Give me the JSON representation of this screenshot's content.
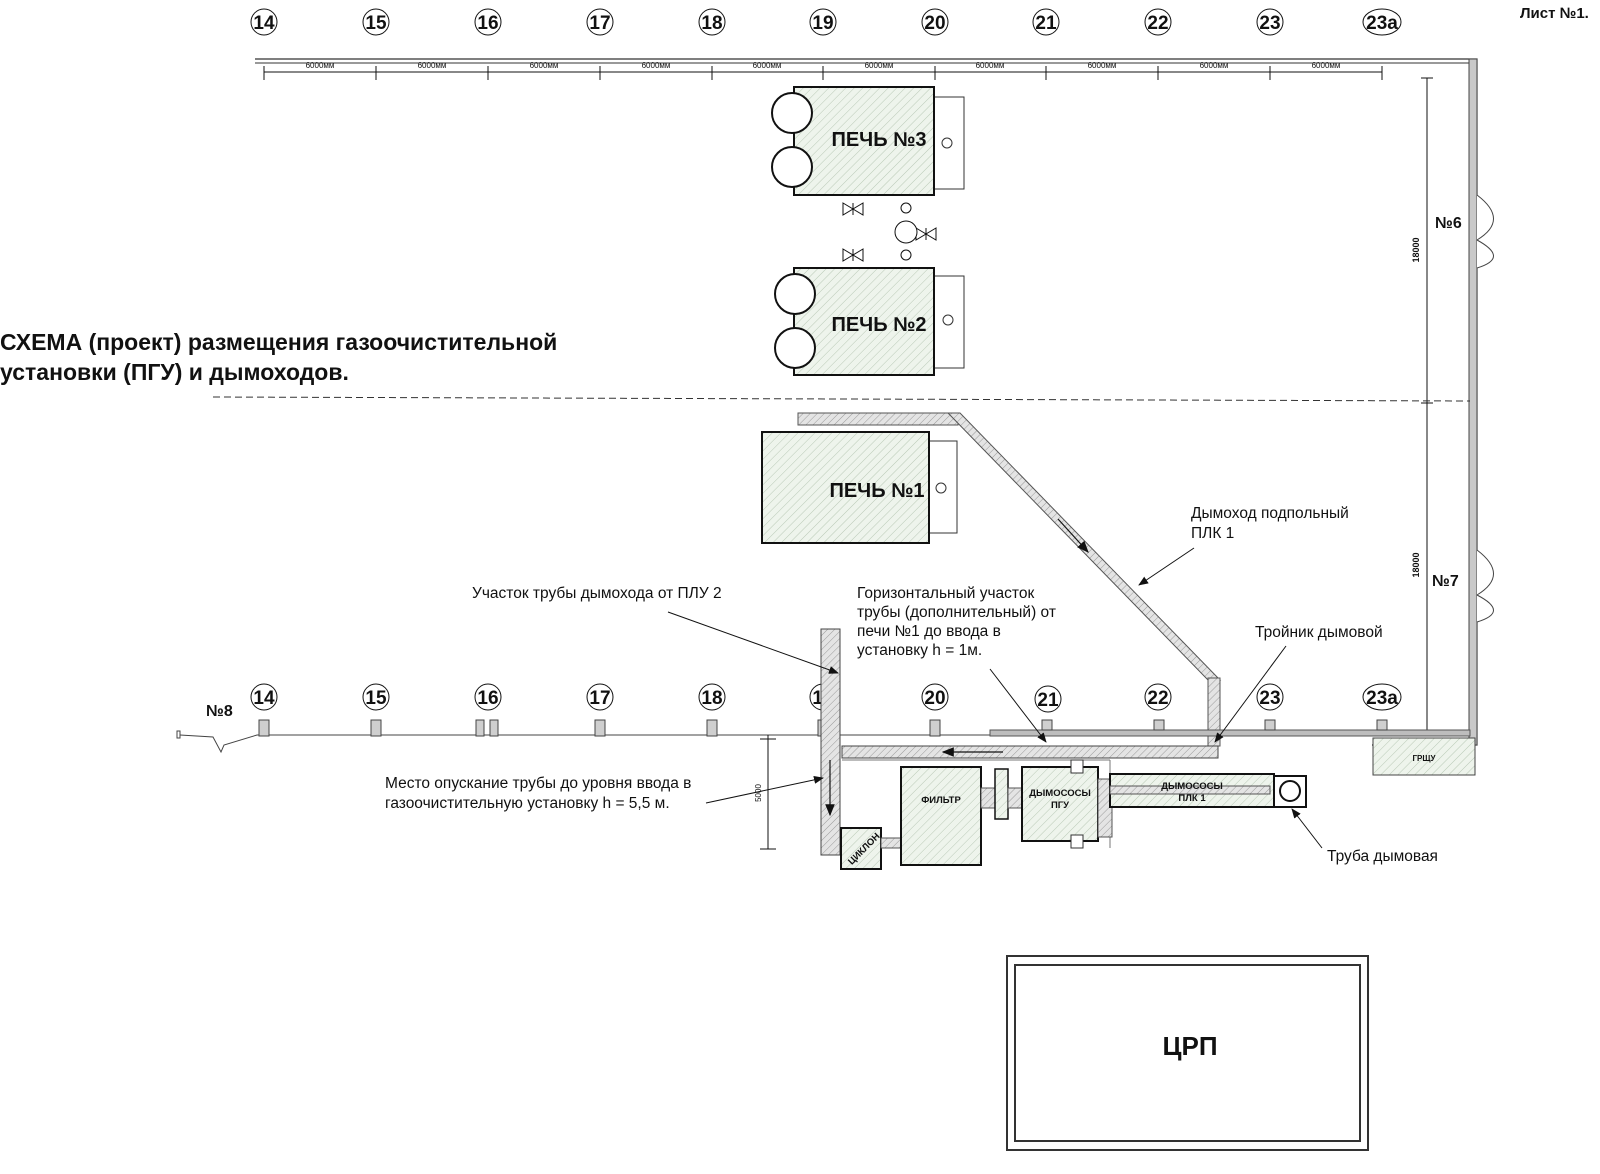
{
  "sheet_label": "Лист №1.",
  "title_lines": [
    "СХЕМА (проект) размещения газоочистительной",
    "установки (ПГУ) и дымоходов."
  ],
  "top_axes": [
    "14",
    "15",
    "16",
    "17",
    "18",
    "19",
    "20",
    "21",
    "22",
    "23",
    "23а"
  ],
  "bottom_axes": [
    "14",
    "15",
    "16",
    "17",
    "18",
    "19",
    "20",
    "21",
    "22",
    "23",
    "23а"
  ],
  "span_dims": [
    "6000мм",
    "6000мм",
    "6000мм",
    "6000мм",
    "6000мм",
    "6000мм",
    "6000мм",
    "6000мм",
    "6000мм",
    "6000мм"
  ],
  "vertical_dims": [
    "18000",
    "18000"
  ],
  "lower_dim": "5000",
  "bays": {
    "n6": "№6",
    "n7": "№7",
    "n8": "№8"
  },
  "furnaces": {
    "p3": "ПЕЧЬ №3",
    "p2": "ПЕЧЬ №2",
    "p1": "ПЕЧЬ №1"
  },
  "equipment": {
    "filter": "ФИЛЬТР",
    "cyclone": "ЦИКЛОН",
    "fans_pgu_l1": "ДЫМОСОСЫ",
    "fans_pgu_l2": "ПГУ",
    "fans_plk_l1": "ДЫМОСОСЫ",
    "fans_plk_l2": "ПЛК 1",
    "grshu": "ГРЩУ",
    "crp": "ЦРП"
  },
  "callouts": {
    "underfloor": [
      "Дымоход подпольный",
      "ПЛК 1"
    ],
    "plu2": "Участок трубы дымохода от ПЛУ 2",
    "horizontal": [
      "Горизонтальный участок",
      "трубы (дополнительный) от",
      "печи №1 до ввода в",
      "установку h = 1м."
    ],
    "tee": "Тройник  дымовой",
    "descent": [
      "Место опускание трубы до уровня ввода в",
      "газоочистительную установку h = 5,5 м."
    ],
    "chimney": "Труба дымовая"
  }
}
